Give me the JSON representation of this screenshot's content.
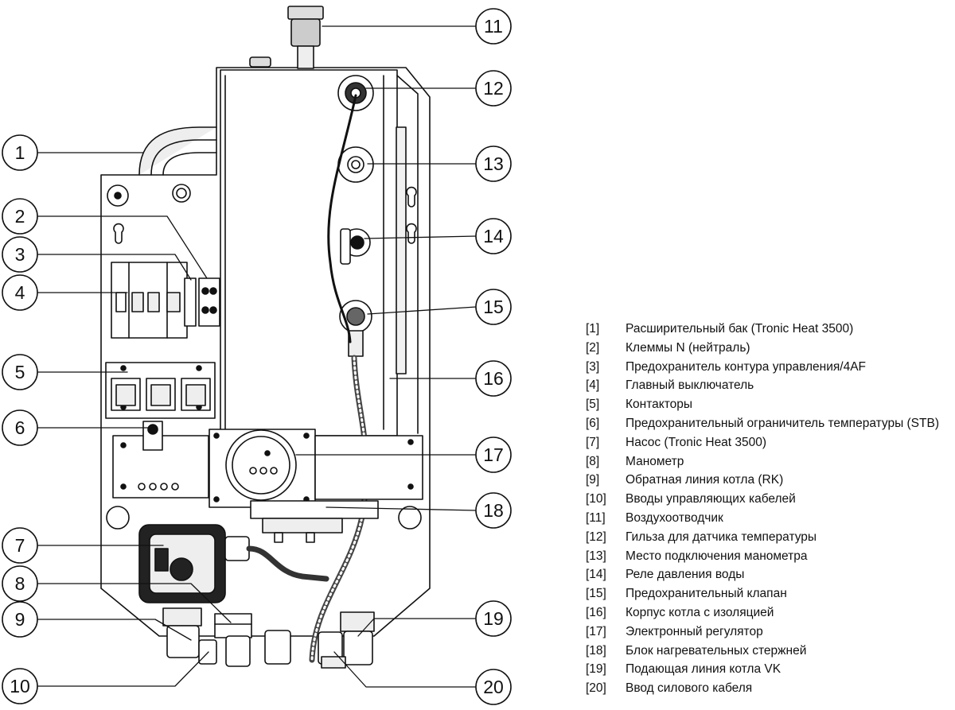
{
  "callouts": [
    {
      "num": "1",
      "side": "left"
    },
    {
      "num": "2",
      "side": "left"
    },
    {
      "num": "3",
      "side": "left"
    },
    {
      "num": "4",
      "side": "left"
    },
    {
      "num": "5",
      "side": "left"
    },
    {
      "num": "6",
      "side": "left"
    },
    {
      "num": "7",
      "side": "left"
    },
    {
      "num": "8",
      "side": "left"
    },
    {
      "num": "9",
      "side": "left"
    },
    {
      "num": "10",
      "side": "left"
    },
    {
      "num": "11",
      "side": "right"
    },
    {
      "num": "12",
      "side": "right"
    },
    {
      "num": "13",
      "side": "right"
    },
    {
      "num": "14",
      "side": "right"
    },
    {
      "num": "15",
      "side": "right"
    },
    {
      "num": "16",
      "side": "right"
    },
    {
      "num": "17",
      "side": "right"
    },
    {
      "num": "18",
      "side": "right"
    },
    {
      "num": "19",
      "side": "right"
    },
    {
      "num": "20",
      "side": "right"
    }
  ],
  "legend": [
    {
      "num": "[1]",
      "text": "Расширительный бак (Tronic Heat 3500)"
    },
    {
      "num": "[2]",
      "text": "Клеммы N (нейтраль)"
    },
    {
      "num": "[3]",
      "text": "Предохранитель контура управления/4AF"
    },
    {
      "num": "[4]",
      "text": "Главный выключатель"
    },
    {
      "num": "[5]",
      "text": "Контакторы"
    },
    {
      "num": "[6]",
      "text": "Предохранительный ограничитель температуры (STB)"
    },
    {
      "num": "[7]",
      "text": "Насос (Tronic Heat 3500)"
    },
    {
      "num": "[8]",
      "text": "Манометр"
    },
    {
      "num": "[9]",
      "text": "Обратная линия котла (RK)"
    },
    {
      "num": "[10]",
      "text": "Вводы управляющих кабелей"
    },
    {
      "num": "[11]",
      "text": "Воздухоотводчик"
    },
    {
      "num": "[12]",
      "text": "Гильза для датчика температуры"
    },
    {
      "num": "[13]",
      "text": "Место подключения манометра"
    },
    {
      "num": "[14]",
      "text": "Реле давления воды"
    },
    {
      "num": "[15]",
      "text": "Предохранительный клапан"
    },
    {
      "num": "[16]",
      "text": "Корпус котла с изоляцией"
    },
    {
      "num": "[17]",
      "text": "Электронный регулятор"
    },
    {
      "num": "[18]",
      "text": "Блок нагревательных стержней"
    },
    {
      "num": "[19]",
      "text": "Подающая линия котла VK"
    },
    {
      "num": "[20]",
      "text": "Ввод силового кабеля"
    }
  ]
}
